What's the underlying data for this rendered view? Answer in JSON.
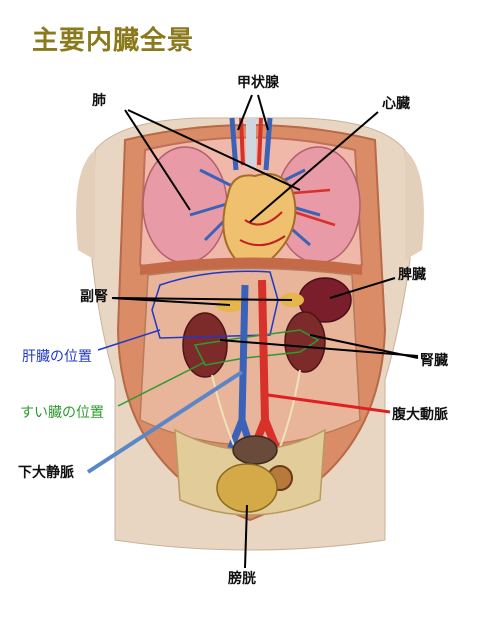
{
  "title": "主要内臓全景",
  "labels": {
    "thyroid": "甲状腺",
    "lung": "肺",
    "heart": "心臓",
    "spleen": "脾臓",
    "adrenal": "副腎",
    "liver_position": "肝臓の位置",
    "kidney": "腎臓",
    "pancreas_position": "すい臓の位置",
    "aorta": "腹大動脈",
    "vena_cava": "下大静脈",
    "bladder": "膀胱"
  },
  "colors": {
    "title": "#8a7a1c",
    "liver_outline": "#2038c8",
    "pancreas_outline": "#2e9a2e",
    "aorta_line": "#e02020",
    "vena_cava_line": "#5b86c8"
  }
}
